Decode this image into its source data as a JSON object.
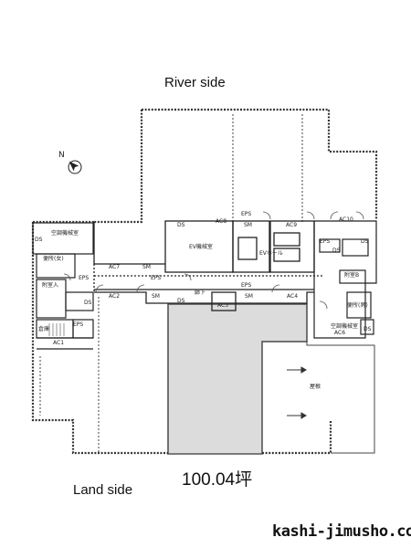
{
  "labels": {
    "river_side": "River side",
    "land_side": "Land side",
    "area": "100.04坪",
    "website": "kashi-jimusho.com",
    "compass_n": "N"
  },
  "rooms": {
    "ds_top": "DS",
    "ac8": "AC8",
    "sm_top": "SM",
    "ac9": "AC9",
    "ac10": "AC10",
    "eps_top": "EPS",
    "ev_machine": "EV機械室",
    "ev_hall": "EVホール",
    "eps_right": "EPS",
    "ac7": "AC7",
    "sm_left": "SM",
    "eps_mid": "EPS",
    "ac2": "AC2",
    "sm_mid": "SM",
    "ds_mid": "DS",
    "ac3": "AC3",
    "eps_low": "EPS",
    "sm_low": "SM",
    "ac4": "AC4",
    "hall_label": "廊下",
    "ds_left": "DS",
    "aircon_left": "空調機械室",
    "toilet_left": "便所(女)",
    "eps_left": "EPS",
    "anteroom": "附室入",
    "eps_left2": "EPS",
    "ds_left2": "DS",
    "storage": "倉庫",
    "ac1": "AC1",
    "aircon_right": "空調機械室",
    "ac6": "AC6",
    "ds_right": "DS",
    "anteroom_b": "附室B",
    "toilet_right": "便所(男)",
    "ds_right2": "DS",
    "roof": "屋根",
    "ds_right3": "DS"
  }
}
